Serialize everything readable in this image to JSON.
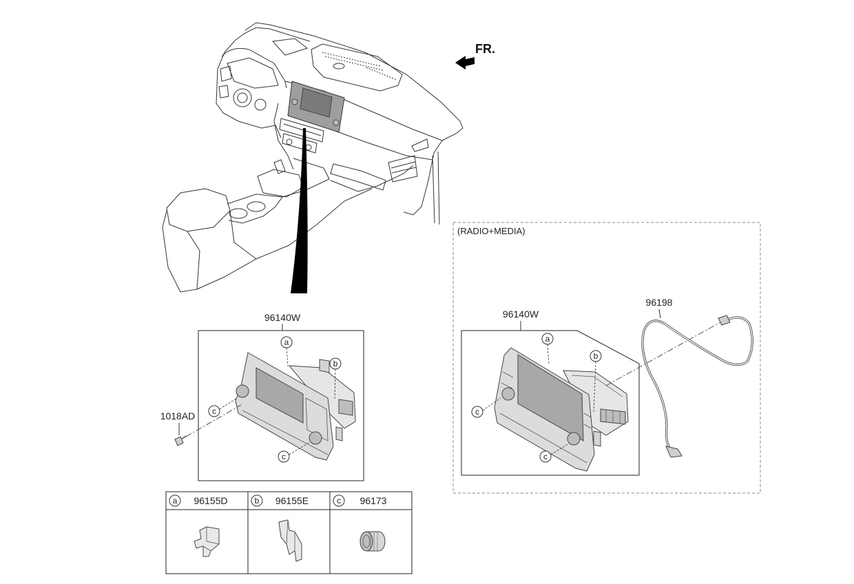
{
  "direction_indicator": {
    "label": "FR."
  },
  "standard_unit": {
    "part_number": "96140W",
    "callouts": [
      "a",
      "b",
      "c",
      "c"
    ]
  },
  "screw": {
    "part_number": "1018AD"
  },
  "parts_table": {
    "columns": [
      {
        "key": "a",
        "part_number": "96155D"
      },
      {
        "key": "b",
        "part_number": "96155E"
      },
      {
        "key": "c",
        "part_number": "96173"
      }
    ]
  },
  "radio_media": {
    "title": "(RADIO+MEDIA)",
    "unit_part_number": "96140W",
    "callouts": [
      "a",
      "b",
      "c",
      "c"
    ],
    "cable_part_number": "96198"
  },
  "colors": {
    "line": "#333333",
    "highlight": "#9e9e9e",
    "arrow": "#000000"
  }
}
